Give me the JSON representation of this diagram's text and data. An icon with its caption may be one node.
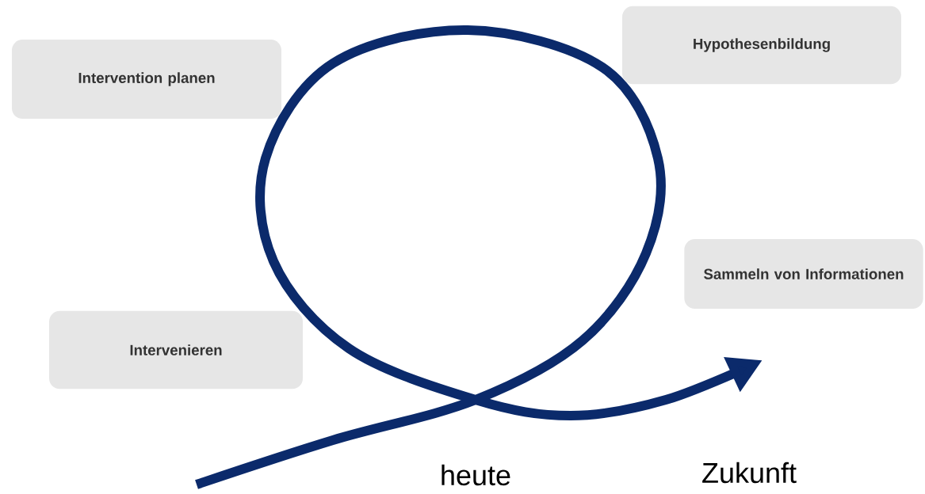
{
  "diagram": {
    "nodes": [
      {
        "text": [
          "Intervention planen"
        ]
      },
      {
        "text": [
          "Hypothesenbildung"
        ]
      },
      {
        "text": [
          "Sammeln von Informationen"
        ]
      },
      {
        "text": [
          "Intervenieren"
        ]
      }
    ],
    "labels": [
      "heute",
      "Zukunft"
    ]
  }
}
